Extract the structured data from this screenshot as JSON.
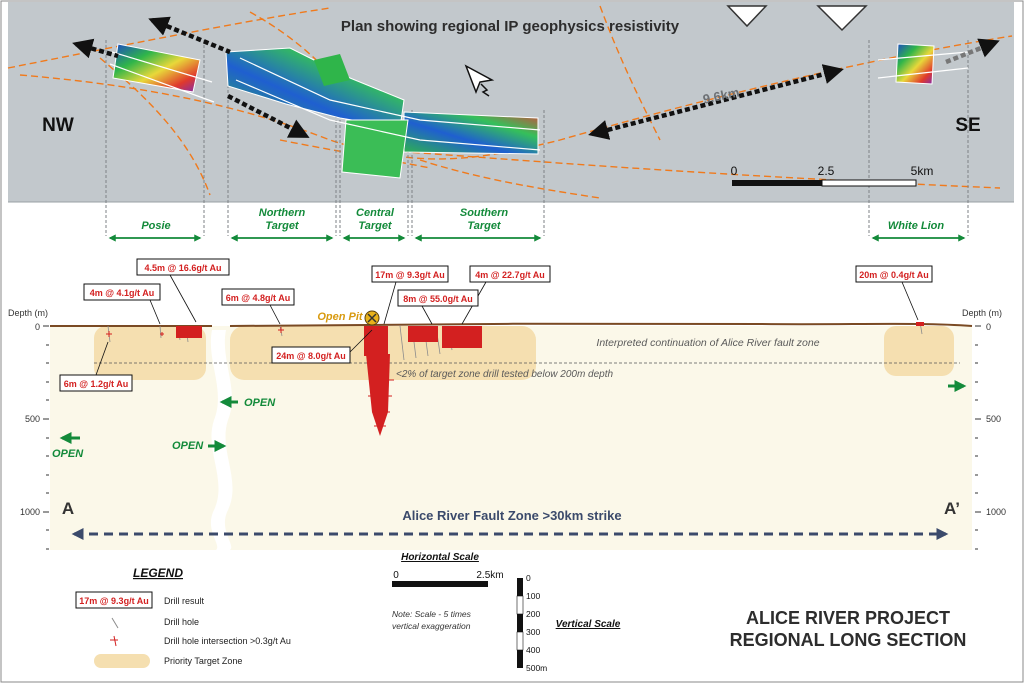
{
  "plan": {
    "title": "Plan showing regional IP geophysics resistivity",
    "nw_label": "NW",
    "se_label": "SE",
    "distance_label": "9.6km",
    "scale": {
      "ticks": [
        "0",
        "2.5",
        "5km"
      ]
    }
  },
  "targets": [
    {
      "id": "posie",
      "label_lines": [
        "Posie"
      ]
    },
    {
      "id": "northern",
      "label_lines": [
        "Northern",
        "Target"
      ]
    },
    {
      "id": "central",
      "label_lines": [
        "Central",
        "Target"
      ]
    },
    {
      "id": "southern",
      "label_lines": [
        "Southern",
        "Target"
      ]
    },
    {
      "id": "white-lion",
      "label_lines": [
        "White Lion"
      ]
    }
  ],
  "depth_axis": {
    "title": "Depth (m)",
    "ticks": [
      "0",
      "500",
      "1000"
    ]
  },
  "drill_results": [
    "4.5m @ 16.6g/t Au",
    "4m @ 4.1g/t Au",
    "6m @ 4.8g/t Au",
    "17m @ 9.3g/t Au",
    "4m @ 22.7g/t Au",
    "8m @ 55.0g/t Au",
    "24m @ 8.0g/t Au",
    "6m @ 1.2g/t Au",
    "20m @ 0.4g/t Au"
  ],
  "annotations": {
    "open_pit": "Open Pit",
    "fault_continuation": "Interpreted continuation of Alice River fault zone",
    "drill_tested": "<2% of target zone drill tested below 200m depth",
    "open": "OPEN",
    "section_start": "A",
    "section_end": "A’",
    "fault_zone": "Alice River Fault Zone >30km strike"
  },
  "legend": {
    "title": "LEGEND",
    "sample_result": "17m @ 9.3g/t Au",
    "items": [
      "Drill result",
      "Drill hole",
      "Drill hole intersection >0.3g/t Au",
      "Priority Target Zone"
    ]
  },
  "horizontal_scale": {
    "title": "Horizontal Scale",
    "ticks": [
      "0",
      "2.5km"
    ],
    "note_lines": [
      "Note:  Scale - 5 times",
      "vertical exaggeration"
    ]
  },
  "vertical_scale": {
    "title": "Vertical Scale",
    "ticks": [
      "0",
      "100",
      "200",
      "300",
      "400",
      "500m"
    ]
  },
  "project_title": {
    "lines": [
      "ALICE RIVER PROJECT",
      "REGIONAL LONG SECTION"
    ]
  },
  "colors": {
    "plan_bg": "#c2c8cc",
    "section_bg": "#fbf8e9",
    "target_zone": "#f5dfb0",
    "result_red": "#d32020",
    "open_green": "#138a3a",
    "fault_orange": "#f07a1c",
    "title_grey": "#2d2d2d"
  }
}
